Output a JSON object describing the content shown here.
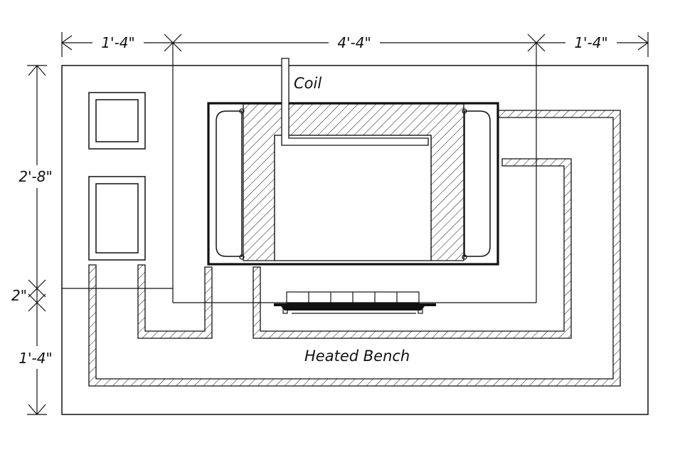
{
  "labels": {
    "coil": "Coil",
    "heated_bench": "Heated Bench"
  },
  "dimensions": {
    "top_left": "1'-4\"",
    "top_middle": "4'-4\"",
    "top_right": "1'-4\"",
    "left_upper": "2'-8\"",
    "left_middle": "2\"",
    "left_lower": "1'-4\""
  },
  "colors": {
    "line": "#111111",
    "background": "#ffffff"
  }
}
